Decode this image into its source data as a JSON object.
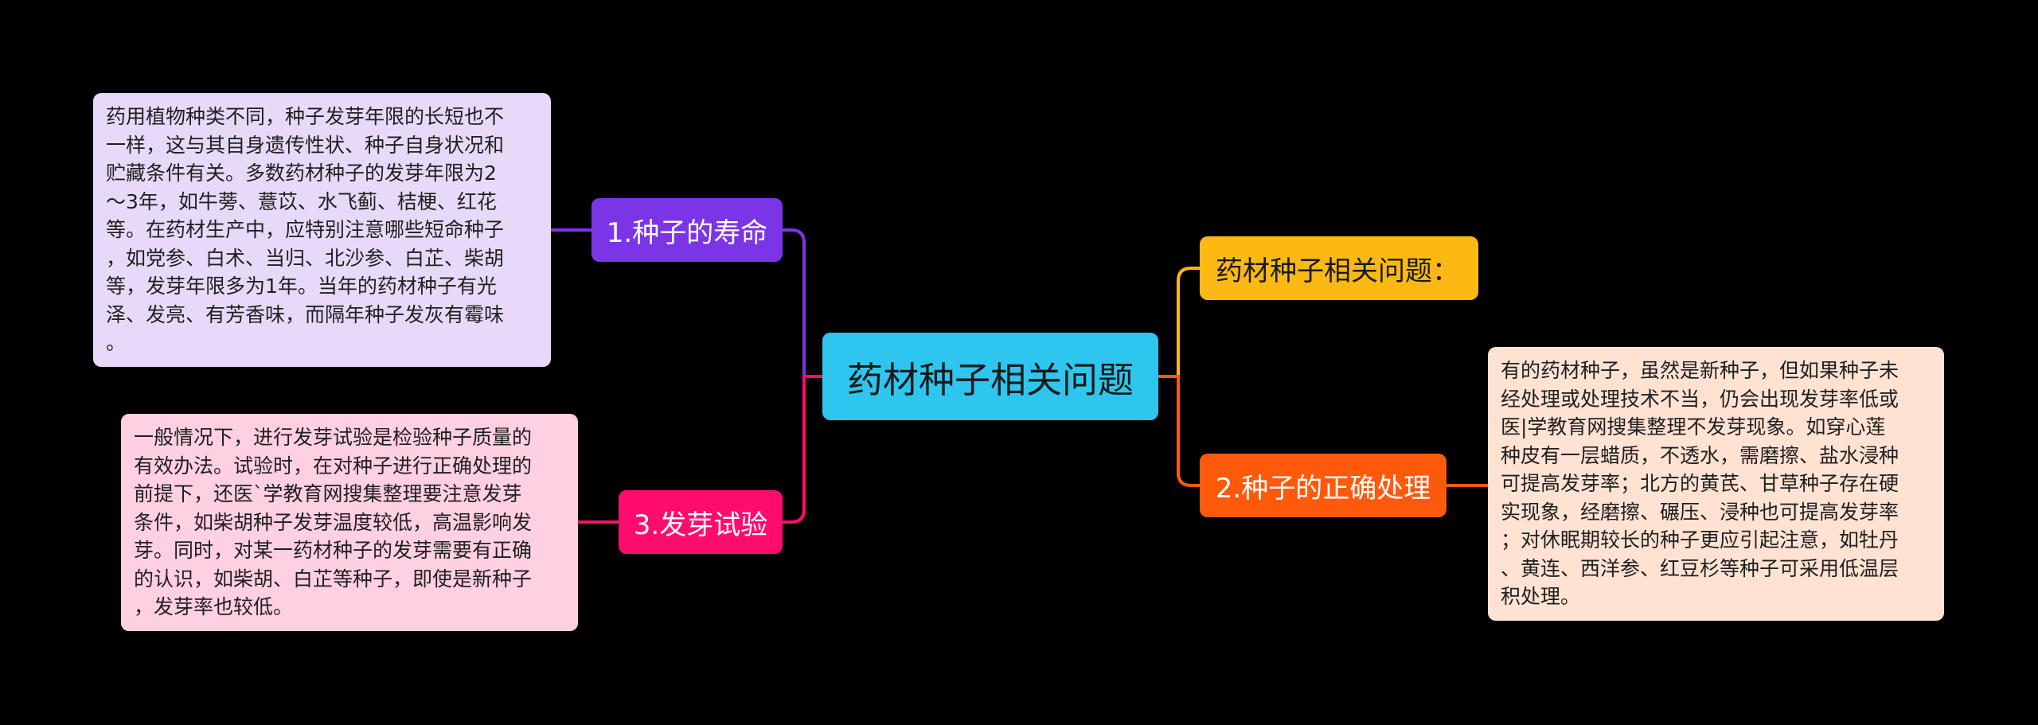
{
  "root": {
    "label": "药材种子相关问题"
  },
  "branches": [
    {
      "label": "药材种子相关问题："
    },
    {
      "label": "1.种子的寿命",
      "detail": "药用植物种类不同，种子发芽年限的长短也不\n一样，这与其自身遗传性状、种子自身状况和\n贮藏条件有关。多数药材种子的发芽年限为2\n～3年，如牛蒡、薏苡、水飞蓟、桔梗、红花\n等。在药材生产中，应特别注意哪些短命种子\n，如党参、白术、当归、北沙参、白芷、柴胡\n等，发芽年限多为1年。当年的药材种子有光\n泽、发亮、有芳香味，而隔年种子发灰有霉味\n。"
    },
    {
      "label": "2.种子的正确处理",
      "detail": "有的药材种子，虽然是新种子，但如果种子未\n经处理或处理技术不当，仍会出现发芽率低或\n医|学教育网搜集整理不发芽现象。如穿心莲\n种皮有一层蜡质，不透水，需磨擦、盐水浸种\n可提高发芽率；北方的黄芪、甘草种子存在硬\n实现象，经磨擦、碾压、浸种也可提高发芽率\n；对休眠期较长的种子更应引起注意，如牡丹\n、黄连、西洋参、红豆杉等种子可采用低温层\n积处理。"
    },
    {
      "label": "3.发芽试验",
      "detail": "一般情况下，进行发芽试验是检验种子质量的\n有效办法。试验时，在对种子进行正确处理的\n前提下，还医`学教育网搜集整理要注意发芽\n条件，如柴胡种子发芽温度较低，高温影响发\n芽。同时，对某一药材种子的发芽需要有正确\n的认识，如柴胡、白芷等种子，即使是新种子\n，发芽率也较低。"
    }
  ],
  "colors": {
    "background": "#000000",
    "root": "#2ec6ee",
    "branch_0": "#fdb913",
    "branch_1": "#7b35e6",
    "branch_2": "#ff5a0c",
    "branch_3": "#ff0c6e",
    "leaf_1": "#e7daf9",
    "leaf_2": "#ffe2d2",
    "leaf_3": "#ffcfe2"
  }
}
